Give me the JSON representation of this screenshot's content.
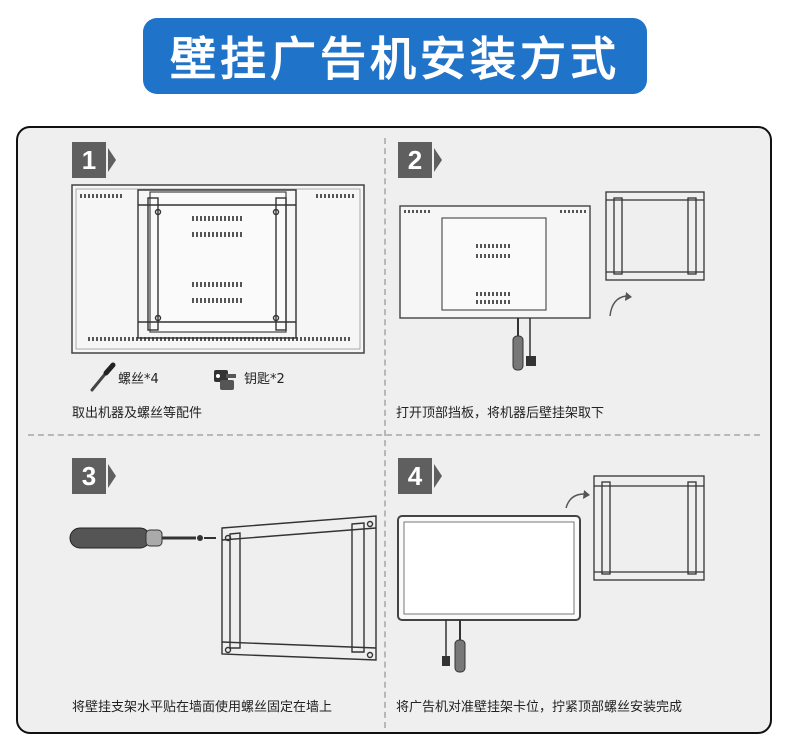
{
  "title": "壁挂广告机安装方式",
  "steps": [
    {
      "number": "1",
      "caption": "取出机器及螺丝等配件"
    },
    {
      "number": "2",
      "caption": "打开顶部挡板，将机器后壁挂架取下"
    },
    {
      "number": "3",
      "caption": "将壁挂支架水平贴在墙面使用螺丝固定在墙上"
    },
    {
      "number": "4",
      "caption": "将广告机对准壁挂架卡位，拧紧顶部螺丝安装完成"
    }
  ],
  "accessories": {
    "screw_label": "螺丝*4",
    "key_label": "钥匙*2"
  },
  "colors": {
    "banner": "#1f73c8",
    "badge": "#5f5f5f",
    "line": "#555555"
  }
}
